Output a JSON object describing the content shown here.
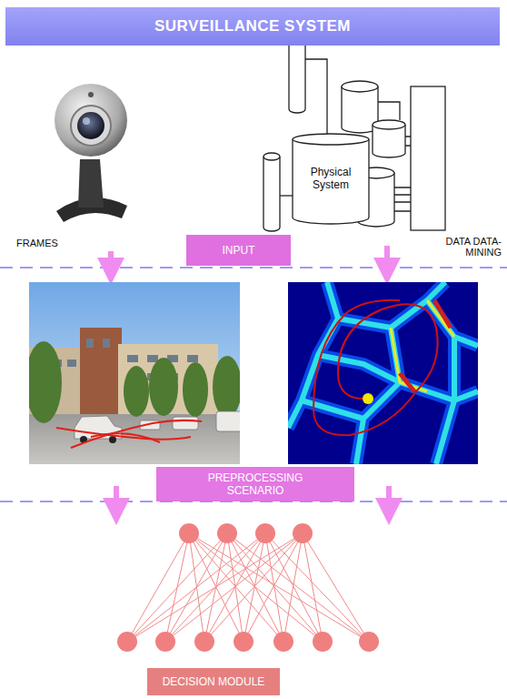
{
  "diagram": {
    "title": "SURVEILLANCE SYSTEM",
    "nodes": [
      {
        "text": [
          "Physical System"
        ]
      },
      {
        "text": [
          "INPUT"
        ]
      },
      {
        "text": [
          "PREPROCESSING SCENARIO"
        ]
      },
      {
        "text": [
          "DECISION MODULE"
        ]
      }
    ],
    "edges": [],
    "labels": [
      "FRAMES",
      "DATA DATA-MINING"
    ]
  }
}
